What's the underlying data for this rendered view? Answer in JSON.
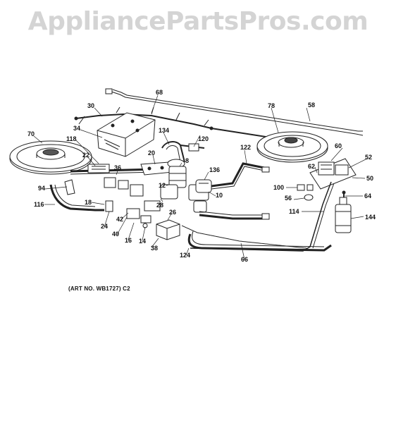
{
  "watermark": "AppliancePartsPros.com",
  "art_number": "(ART NO. WB1727) C2",
  "callouts": [
    {
      "id": "68",
      "label": "68"
    },
    {
      "id": "58",
      "label": "58"
    },
    {
      "id": "30",
      "label": "30"
    },
    {
      "id": "78",
      "label": "78"
    },
    {
      "id": "70",
      "label": "70"
    },
    {
      "id": "34",
      "label": "34"
    },
    {
      "id": "134",
      "label": "134"
    },
    {
      "id": "118",
      "label": "118"
    },
    {
      "id": "120",
      "label": "120"
    },
    {
      "id": "122",
      "label": "122"
    },
    {
      "id": "60",
      "label": "60"
    },
    {
      "id": "52",
      "label": "52"
    },
    {
      "id": "22",
      "label": "22"
    },
    {
      "id": "20",
      "label": "20"
    },
    {
      "id": "8",
      "label": "8"
    },
    {
      "id": "62",
      "label": "62"
    },
    {
      "id": "36",
      "label": "36"
    },
    {
      "id": "136",
      "label": "136"
    },
    {
      "id": "50",
      "label": "50"
    },
    {
      "id": "94",
      "label": "94"
    },
    {
      "id": "12",
      "label": "12"
    },
    {
      "id": "100",
      "label": "100"
    },
    {
      "id": "10",
      "label": "10"
    },
    {
      "id": "64",
      "label": "64"
    },
    {
      "id": "56",
      "label": "56"
    },
    {
      "id": "116",
      "label": "116"
    },
    {
      "id": "18",
      "label": "18"
    },
    {
      "id": "28",
      "label": "28"
    },
    {
      "id": "114",
      "label": "114"
    },
    {
      "id": "144",
      "label": "144"
    },
    {
      "id": "42",
      "label": "42"
    },
    {
      "id": "24",
      "label": "24"
    },
    {
      "id": "26",
      "label": "26"
    },
    {
      "id": "40",
      "label": "40"
    },
    {
      "id": "16",
      "label": "16"
    },
    {
      "id": "14",
      "label": "14"
    },
    {
      "id": "38",
      "label": "38"
    },
    {
      "id": "124",
      "label": "124"
    },
    {
      "id": "66",
      "label": "66"
    }
  ]
}
